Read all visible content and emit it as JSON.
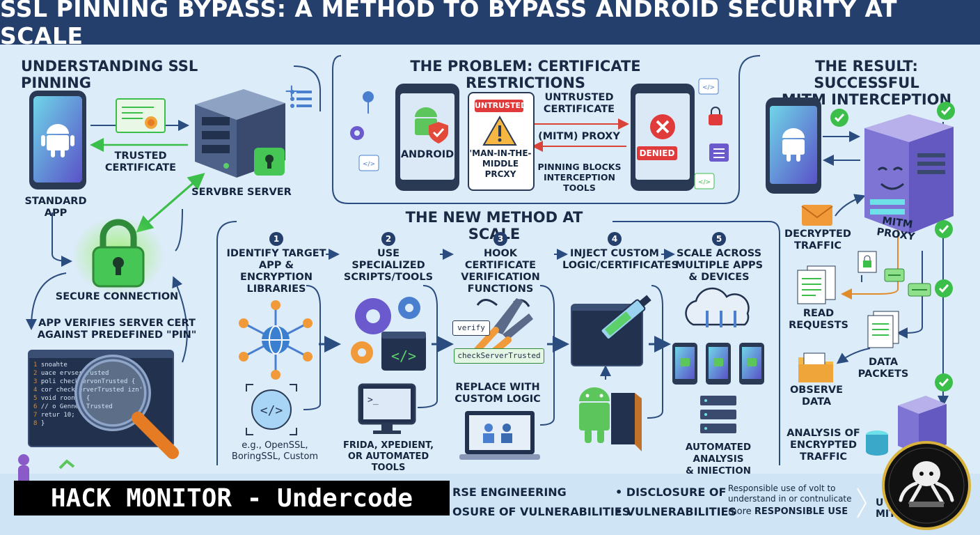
{
  "header": {
    "title": "SSL PINNING BYPASS: A METHOD TO BYPASS ANDROID SECURITY AT SCALE"
  },
  "left": {
    "title": "UNDERSTANDING SSL PINNING",
    "standard_app": "STANDARD\nAPP",
    "trusted_cert": "TRUSTED\nCERTIFICATE",
    "server": "SERVBRE SERVER",
    "secure_connection": "SECURE CONNECTION",
    "verify_text": "APP VERIFIES SERVER CERT\nAGAINST PREDEFINED \"PIN\""
  },
  "code_lines": [
    "snoahte",
    "uace  ervserTrusted",
    "poli  checkServonTrusted  {",
    "  cor  checkServerTrusted  izn');",
    "void  roon()  {",
    "  //  o  Genner Trusted",
    "  retur  10;",
    "}"
  ],
  "problem": {
    "title": "THE PROBLEM: CERTIFICATE RESTRICTIONS",
    "android": "ANDROID",
    "untrusted_badge": "UNTRUSTED",
    "mitm_proxy_text": "'MAN-IN-THE-\nMIDDLE\nPRCXY",
    "untrusted_cert": "UNTRUSTED\nCERTIFICATE",
    "mitm": "(MITM) PROXY",
    "pinning_blocks": "PINNING BLOCKS\nINTERCEPTION TOOLS",
    "denied": "DENIED"
  },
  "result": {
    "title": "THE RESULT: SUCCESSFUL\nMITM INTERCEPTION",
    "mitm_proxy": "MITM PROXY",
    "decrypted": "DECRYPTED\nTRAFFIC",
    "read_requests": "READ\nREQUESTS",
    "data_packets": "DATA\nPACKETS",
    "observe": "OBSERVE\nDATA",
    "analysis": "ANALYSIS OF\nENCRYPTED\nTRAFFIC"
  },
  "method": {
    "title": "THE NEW METHOD AT SCALE",
    "steps": [
      {
        "num": "1",
        "label": "IDENTIFY TARGET\nAPP & ENCRYPTION\nLIBRARIES"
      },
      {
        "num": "2",
        "label": "USE SPECIALIZED\nSCRIPTS/TOOLS"
      },
      {
        "num": "3",
        "label": "HOOK CERTIFICATE\nVERIFICATION\nFUNCTIONS"
      },
      {
        "num": "4",
        "label": "INJECT CUSTOM\nLOGIC/CERTIFICATES"
      },
      {
        "num": "5",
        "label": "SCALE ACROSS\nMULTIPLE APPS\n& DEVICES"
      }
    ],
    "libs": "e.g., OpenSSL,\nBoringSSL, Custom",
    "tools": "FRIDA, XPEDIENT,\nOR AUTOMATED TOOLS",
    "verify_tag": "verify",
    "check_tag": "checkServerTrusted",
    "replace": "REPLACE WITH\nCUSTOM LOGIC",
    "automated": "AUTOMATED ANALYSIS\n& INJECTION"
  },
  "bottom": {
    "watermark": "HACK MONITOR - Undercode",
    "item1": "RSE ENGINEERING",
    "item2": "OSURE OF VULNERABILITIES",
    "item3": "• DISCLOSURE OF",
    "item4": "• VULNERABILITIES",
    "resp1": "Responsible use of volt to\nunderstand in or contnulicate",
    "resp2_pre": "more ",
    "resp2_bold": "RESPONSIBLE USE",
    "right": "U\nMITIG  KS"
  },
  "colors": {
    "header": "#243f6c",
    "accent_green": "#3cbf4a",
    "denied_red": "#e03a3a",
    "background": "#dcecf8"
  }
}
